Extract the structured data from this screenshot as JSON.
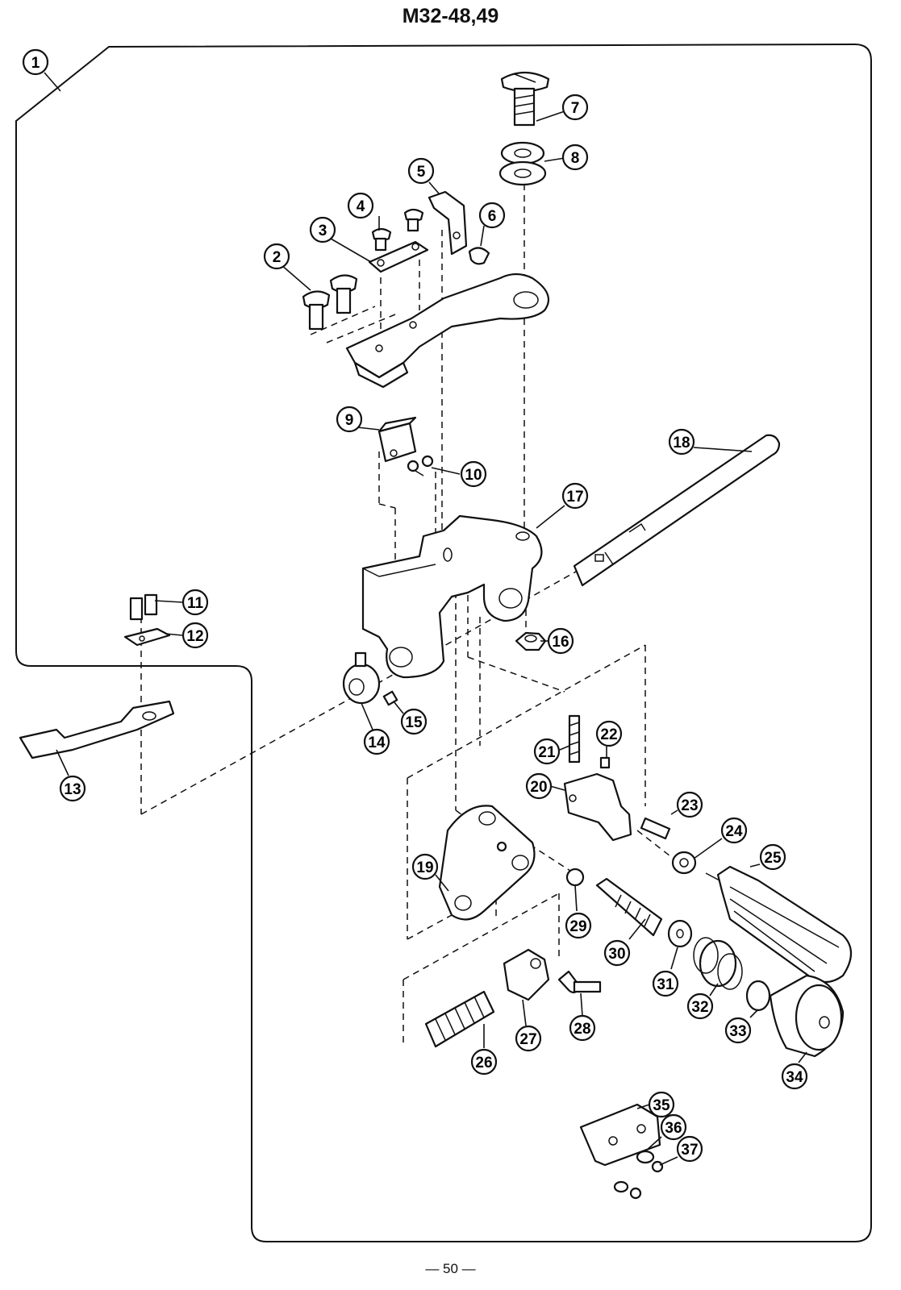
{
  "title": "M32-48,49",
  "footer": "— 50 —",
  "callouts": [
    {
      "num": "1"
    },
    {
      "num": "2"
    },
    {
      "num": "3"
    },
    {
      "num": "4"
    },
    {
      "num": "5"
    },
    {
      "num": "6"
    },
    {
      "num": "7"
    },
    {
      "num": "8"
    },
    {
      "num": "9"
    },
    {
      "num": "10"
    },
    {
      "num": "11"
    },
    {
      "num": "12"
    },
    {
      "num": "13"
    },
    {
      "num": "14"
    },
    {
      "num": "15"
    },
    {
      "num": "16"
    },
    {
      "num": "17"
    },
    {
      "num": "18"
    },
    {
      "num": "19"
    },
    {
      "num": "20"
    },
    {
      "num": "21"
    },
    {
      "num": "22"
    },
    {
      "num": "23"
    },
    {
      "num": "24"
    },
    {
      "num": "25"
    },
    {
      "num": "26"
    },
    {
      "num": "27"
    },
    {
      "num": "28"
    },
    {
      "num": "29"
    },
    {
      "num": "30"
    },
    {
      "num": "31"
    },
    {
      "num": "32"
    },
    {
      "num": "33"
    },
    {
      "num": "34"
    },
    {
      "num": "35"
    },
    {
      "num": "36"
    },
    {
      "num": "37"
    }
  ]
}
